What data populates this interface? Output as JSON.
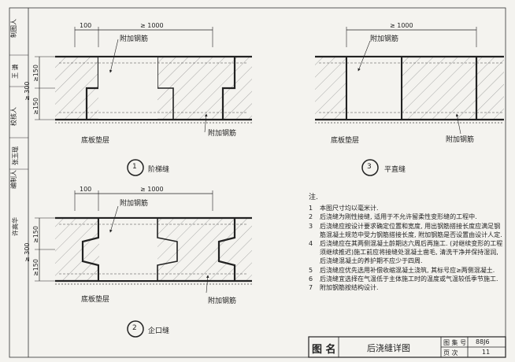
{
  "sidebar": [
    {
      "role": "制图人",
      "signature": "王 谦"
    },
    {
      "role": "校核人",
      "signature": "张玉琨"
    },
    {
      "role": "编制人",
      "signature": "许高华"
    }
  ],
  "dims": {
    "d100": "100",
    "d1000": "≥ 1000",
    "d300": "≥ 300",
    "d150": "≥150"
  },
  "labels": {
    "rebar_add": "附加钢筋",
    "base_cushion": "底板垫层"
  },
  "details": [
    {
      "number": "1",
      "name": "阶梯缝"
    },
    {
      "number": "2",
      "name": "企口缝"
    },
    {
      "number": "3",
      "name": "平直缝"
    }
  ],
  "notes": {
    "title": "注.",
    "items": [
      {
        "n": "1",
        "text": "本图尺寸均以毫米计."
      },
      {
        "n": "2",
        "text": "后浇缝为刚性接缝, 适用于不允许留柔性变形缝的工程中."
      },
      {
        "n": "3",
        "text": "后浇缝应按设计要求确定位置和宽度, 用出钢筋搭接长度应满足钢筋混凝土规范中受力钢筋搭接长度, 附加钢筋是否设置由设计人定."
      },
      {
        "n": "4",
        "text": "后浇缝应在其两侧混凝土龄期达六周后再施工. (对继续变形的工程须继续推迟)施工前应将接缝处混凝土凿毛, 清洗干净并保持湿润, 后浇缝混凝土的养护期不应少于四周."
      },
      {
        "n": "5",
        "text": "后浇缝应优先选用补偿收缩混凝土浇筑, 其标号应≥两侧混凝土."
      },
      {
        "n": "6",
        "text": "后浇缝宜选择在气温低于主体施工时的温度或气温较低季节施工."
      },
      {
        "n": "7",
        "text": "附加钢筋按结构设计."
      }
    ]
  },
  "title_block": {
    "label": "图 名",
    "title": "后浇缝详图",
    "set_label": "图 集 号",
    "set_value": "88J6",
    "page_label": "页   次",
    "page_value": "11"
  }
}
